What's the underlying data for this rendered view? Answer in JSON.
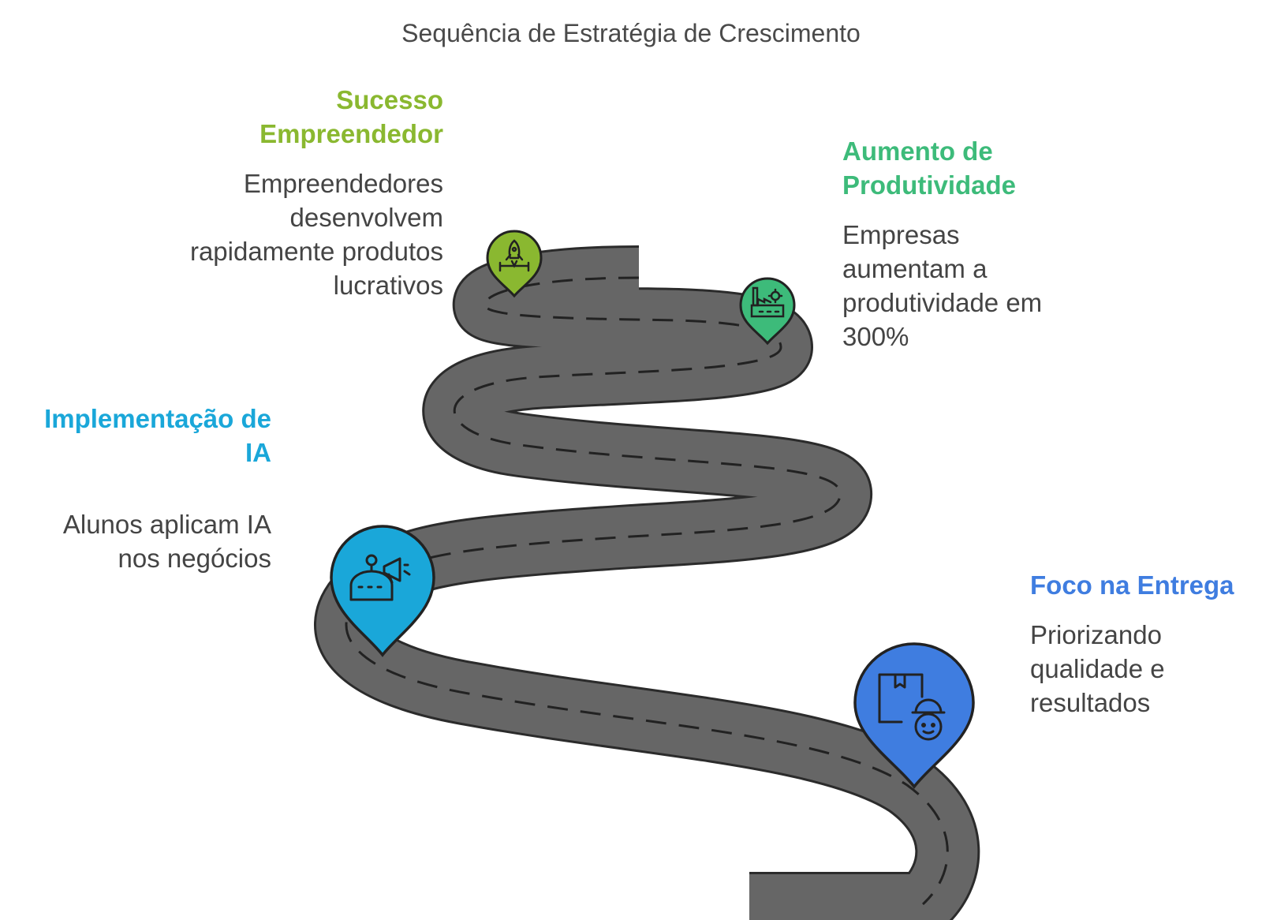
{
  "title": "Sequência de Estratégia de Crescimento",
  "milestones": [
    {
      "heading": "Sucesso Empreendedor",
      "description": "Empreendedores desenvolvem rapidamente produtos lucrativos",
      "color": "#8ab830",
      "icon": "rocket-launch-icon"
    },
    {
      "heading": "Aumento de Produtividade",
      "description": "Empresas aumentam a produtividade em 300%",
      "color": "#3dbb7a",
      "icon": "factory-icon"
    },
    {
      "heading": "Implementação de IA",
      "description": "Alunos aplicam IA nos negócios",
      "color": "#1aa7d9",
      "icon": "robot-megaphone-icon"
    },
    {
      "heading": "Foco na Entrega",
      "description": "Priorizando qualidade e resultados",
      "color": "#3f7de0",
      "icon": "delivery-person-box-icon"
    }
  ]
}
